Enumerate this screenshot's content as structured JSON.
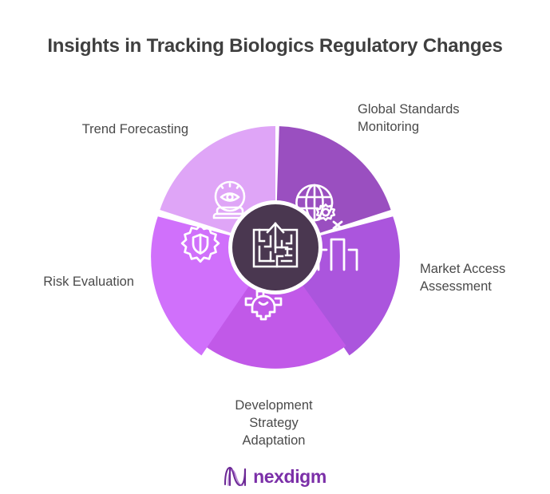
{
  "page": {
    "title": "Insights in Tracking Biologics Regulatory Changes",
    "background_color": "#ffffff",
    "text_color": "#4a4a4a"
  },
  "wheel": {
    "hub": {
      "icon": "maze-arrow-icon",
      "fill_color": "#4a3750",
      "stroke_color": "#ffffff"
    },
    "segments": [
      {
        "id": "global-standards-monitoring",
        "label": "Global Standards\nMonitoring",
        "icon": "globe-gear-icon",
        "color": "#9a4fc0",
        "position": "top-right"
      },
      {
        "id": "market-access-assessment",
        "label": "Market Access\nAssessment",
        "icon": "bar-chart-target-icon",
        "color": "#ab55dd",
        "position": "right"
      },
      {
        "id": "development-strategy-adaptation",
        "label": "Development\nStrategy\nAdaptation",
        "icon": "gear-document-icon",
        "color": "#c159e8",
        "position": "bottom"
      },
      {
        "id": "risk-evaluation",
        "label": "Risk Evaluation",
        "icon": "gear-shield-icon",
        "color": "#d070fb",
        "position": "left"
      },
      {
        "id": "trend-forecasting",
        "label": "Trend Forecasting",
        "icon": "crystal-ball-eye-icon",
        "color": "#dfa5f7",
        "position": "top-left"
      }
    ]
  },
  "logo": {
    "name": "nexdigm",
    "mark": "nexdigm-wave-n-icon",
    "text_color": "#7b2fa8",
    "mark_color": "#6d2a96"
  }
}
